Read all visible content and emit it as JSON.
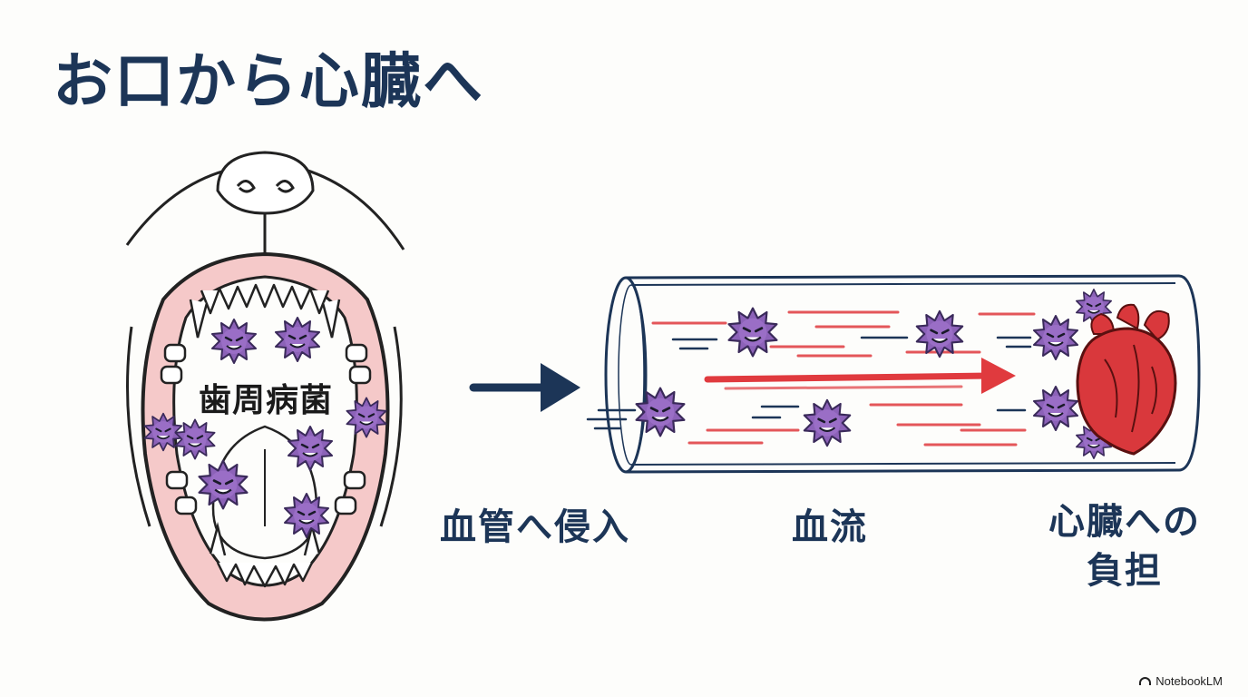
{
  "title": "お口から心臓へ",
  "labels": {
    "bacteria": "歯周病菌",
    "invade": "血管へ侵入",
    "flow": "血流",
    "burden_line1": "心臓への",
    "burden_line2": "負担"
  },
  "brand": "NotebookLM",
  "colors": {
    "title": "#1c3557",
    "bacteria": "#8c62b8",
    "bacteria_outline": "#3a2a5a",
    "blood": "#e03a3e",
    "heart": "#d9383c",
    "vessel": "#1c3557",
    "gum": "#f5c9c9"
  },
  "icons": [
    "dog-mouth-icon",
    "bacteria-icon",
    "arrow-right-icon",
    "blood-vessel-icon",
    "heart-icon",
    "notebook-icon"
  ]
}
